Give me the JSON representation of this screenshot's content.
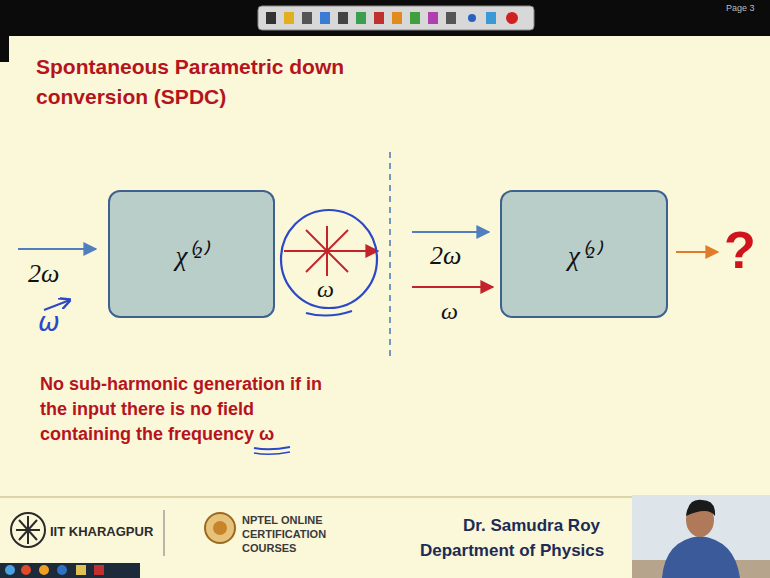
{
  "diagram": {
    "title": "Spontaneous Parametric down conversion (SPDC)",
    "nodes": [
      {
        "text": [
          "χ⁽²⁾"
        ]
      },
      {
        "text": [
          "χ⁽²⁾"
        ]
      }
    ],
    "labels": [
      "2ω",
      "ω",
      "ω",
      "2ω",
      "ω",
      "?",
      "No sub-harmonic generation if in the input there is no field containing the frequency ω",
      "IIT KHARAGPUR",
      "NPTEL ONLINE CERTIFICATION COURSES",
      "Dr. Samudra Roy",
      "Department of Physics",
      "Page 3"
    ]
  }
}
